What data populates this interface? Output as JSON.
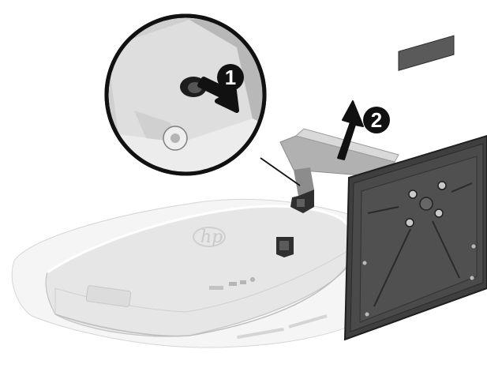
{
  "figure": {
    "steps": [
      {
        "number": "1",
        "action": "press-release-button"
      },
      {
        "number": "2",
        "action": "lift-stand-up"
      }
    ],
    "computer_logo": "hp",
    "colors": {
      "computer_body": "#e6e6e6",
      "stand": "#a6a6a6",
      "vesa_plate": "#3f3f3f",
      "callout_circle": "#cfcfcf",
      "step_badge": "#1a1a1a",
      "outline": "#111111"
    }
  }
}
